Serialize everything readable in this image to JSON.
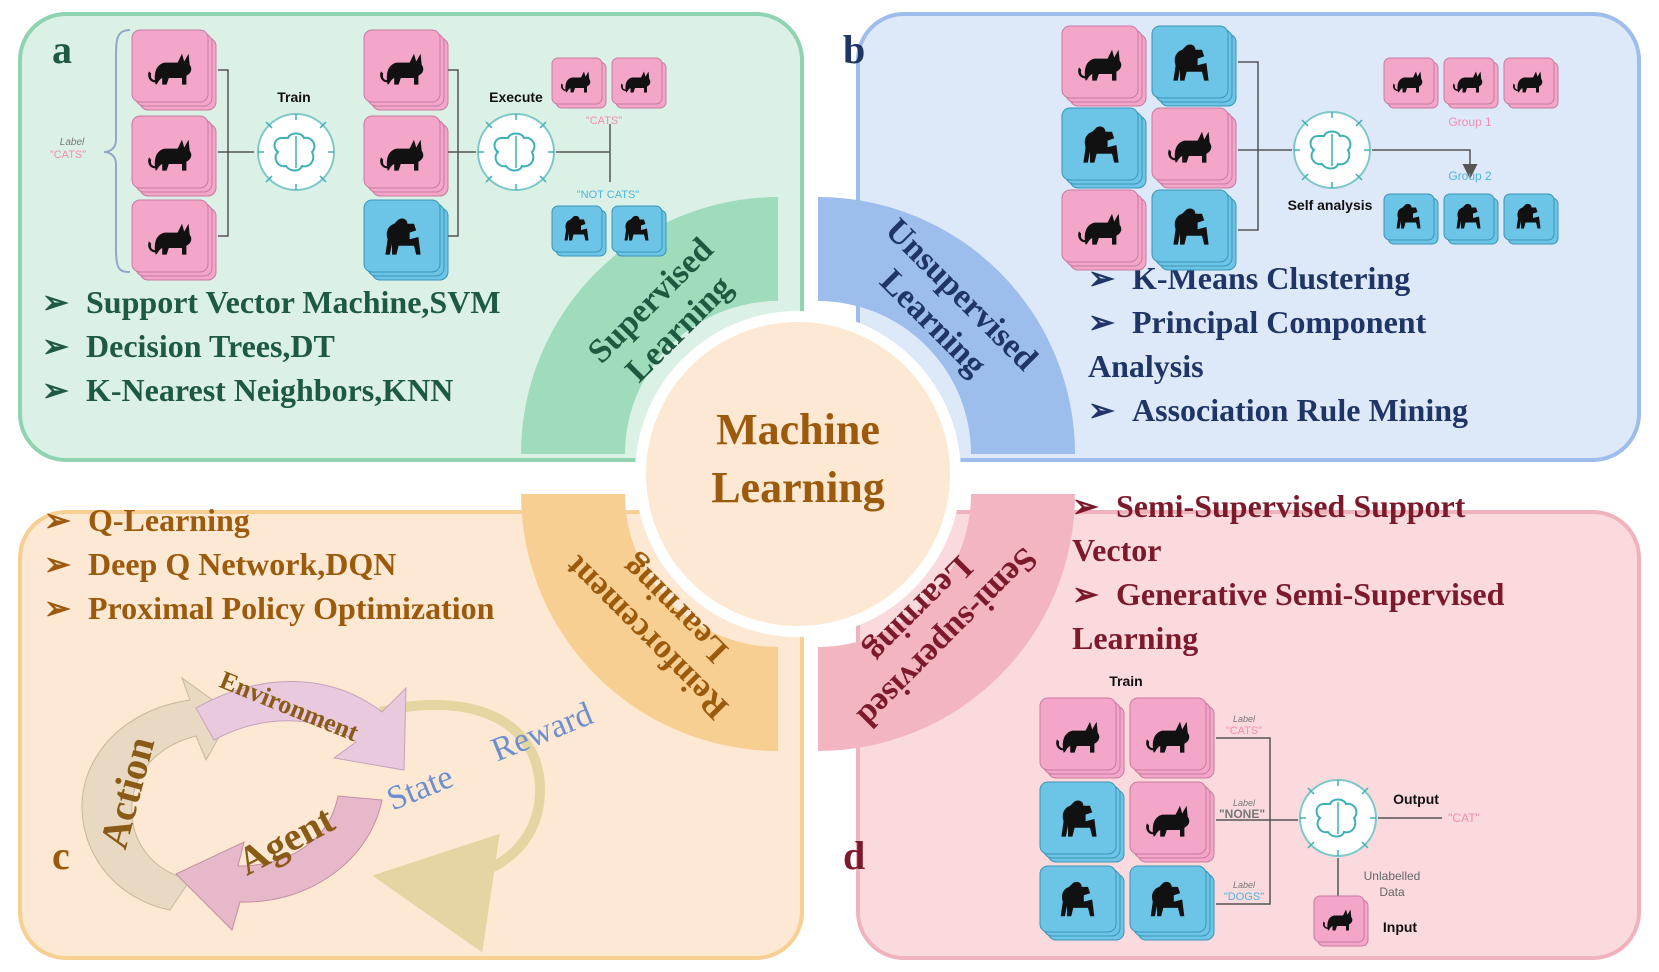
{
  "center": {
    "line1": "Machine",
    "line2": "Learning"
  },
  "colors": {
    "supervised": "#8fd3b0",
    "unsupervised": "#9dbdec",
    "reinforcement": "#f7cf92",
    "semi": "#f0b3bd",
    "cat_tile": "#f3a6c8",
    "dog_tile": "#6cc5e6",
    "center_fill": "#fde9d3"
  },
  "sectors": {
    "supervised": {
      "line1": "Supervised",
      "line2": "Learning"
    },
    "unsupervised": {
      "line1": "Unsupervised",
      "line2": "Learning"
    },
    "reinforcement": {
      "line1": "Reinforcement",
      "line2": "Learning"
    },
    "semi": {
      "line1": "Semi-supervised",
      "line2": "Learning"
    }
  },
  "panel_a": {
    "letter": "a",
    "label_small": "Label",
    "label_cats": "\"CATS\"",
    "train": "Train",
    "execute": "Execute",
    "out_cats": "\"CATS\"",
    "out_not_cats": "\"NOT CATS\"",
    "algorithms": [
      "Support Vector Machine,SVM",
      "Decision Trees,DT",
      "K-Nearest Neighbors,KNN"
    ]
  },
  "panel_b": {
    "letter": "b",
    "self_analysis": "Self analysis",
    "group1": "Group 1",
    "group2": "Group 2",
    "algorithms_line1": "K-Means Clustering",
    "algorithms_line2": "Principal Component",
    "algorithms_line3": "Analysis",
    "algorithms_line4": "Association Rule Mining"
  },
  "panel_c": {
    "letter": "c",
    "algorithms": [
      "Q-Learning",
      "Deep Q Network,DQN",
      "Proximal Policy Optimization"
    ],
    "cycle": {
      "action": "Action",
      "environment": "Environment",
      "agent": "Agent",
      "state": "State",
      "reward": "Reward"
    }
  },
  "panel_d": {
    "letter": "d",
    "algorithms_line1": "Semi-Supervised Support",
    "algorithms_line2": "Vector",
    "algorithms_line3": "Generative Semi-Supervised",
    "algorithms_line4": "Learning",
    "train": "Train",
    "label_small_1": "Label",
    "label_cats": "\"CATS\"",
    "label_small_2": "Label",
    "label_none": "\"NONE\"",
    "label_small_3": "Label",
    "label_dogs": "\"DOGS\"",
    "output": "Output",
    "out_cat": "\"CAT\"",
    "unlabelled": "Unlabelled",
    "data": "Data",
    "input": "Input"
  }
}
